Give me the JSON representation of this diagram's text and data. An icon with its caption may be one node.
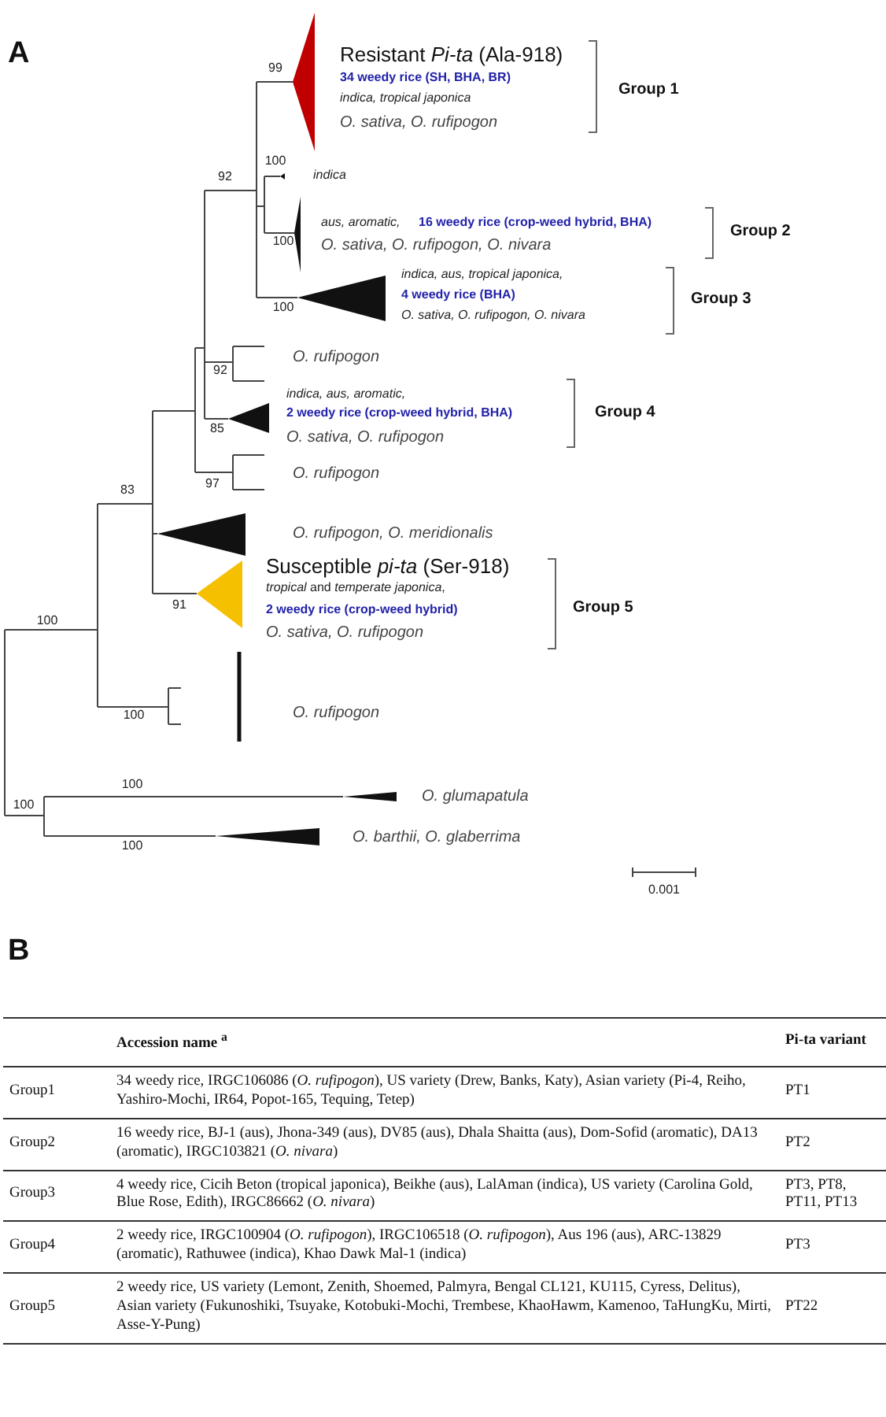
{
  "diagram": {
    "labels": [
      "A",
      "99",
      "Resistant *Pi-ta* (Ala-918)",
      "34 weedy rice (SH, BHA, BR)",
      "indica, tropical japonica",
      "O. sativa, O. rufipogon",
      "Group 1",
      "100",
      "92",
      "indica",
      "aus, aromatic,",
      "16 weedy rice (crop-weed hybrid, BHA)",
      "O. sativa, O. rufipogon, O. nivara",
      "100",
      "Group 2",
      "indica, aus, tropical japonica,",
      "4 weedy rice (BHA)",
      "O. sativa, O. rufipogon, O. nivara",
      "100",
      "Group 3",
      "O. rufipogon",
      "92",
      "indica, aus, aromatic,",
      "2 weedy rice (crop-weed hybrid, BHA)",
      "O. sativa, O. rufipogon",
      "85",
      "Group 4",
      "O. rufipogon",
      "97",
      "83",
      "O. rufipogon, O. meridionalis",
      "Susceptible *pi-ta* (Ser-918)",
      "*tropical* and *temperate japonica*,",
      "2 weedy rice (crop-weed hybrid)",
      "O. sativa, O. rufipogon",
      "91",
      "Group 5",
      "100",
      "O. rufipogon",
      "100",
      "100",
      "O. glumapatula",
      "100",
      "O. barthii, O. glaberrima",
      "100",
      "0.001",
      "B",
      "Accession name $^{a}$",
      "Pi-ta variant",
      "Group1",
      "34 weedy rice, IRGC106086 (*O. rufipogon*), US variety (Drew, Banks, Katy), Asian variety (Pi-4, Reiho, Yashiro-Mochi, IR64, Popot-165, Tequing, Tetep)",
      "PT1",
      "Group2",
      "16 weedy rice, BJ-1 (aus), Jhona-349 (aus), DV85 (aus), Dhala Shaitta (aus), Dom-Sofid (aromatic), DA13 (aromatic), IRGC103821 (*O. nivara*)",
      "PT2",
      "Group3",
      "4 weedy rice, Cicih Beton (tropical japonica), Beikhe (aus), LalAman (indica), US variety (Carolina Gold, Blue Rose, Edith), IRGC86662 (*O. nivara*)",
      "PT3, PT8, PT11, PT13",
      "Group4",
      "2 weedy rice, IRGC100904 (*O. rufipogon*), IRGC106518 (*O. rufipogon*), Aus 196 (aus), ARC-13829 (aromatic), Rathuwee (indica), Khao Dawk Mal-1 (indica)",
      "PT3",
      "Group5",
      "2 weedy rice, US variety (Lemont, Zenith, Shoemed, Palmyra, Bengal CL121, KU115, Cyress, Delitus), Asian variety (Fukunoshiki, Tsuyake, Kotobuki-Mochi, Trembese, KhaoHawm, Kamenoo, TaHungKu, Mirti, Asse-Y-Pung)",
      "PT22"
    ]
  }
}
